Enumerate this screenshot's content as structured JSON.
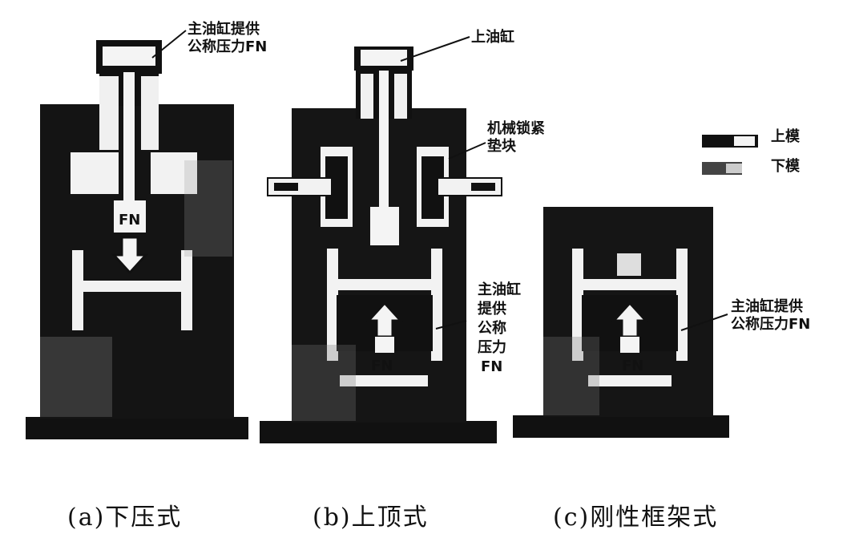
{
  "figure": {
    "panel_a": {
      "label_main": [
        "主油缸提供",
        "公称压力FN"
      ],
      "fn": "FN",
      "caption": "(a)下压式"
    },
    "panel_b": {
      "label_top": "上油缸",
      "label_lock": [
        "机械锁紧",
        "垫块"
      ],
      "label_main": [
        "主油缸",
        "提供",
        "公称",
        "压力",
        "FN"
      ],
      "fn": "FN",
      "caption": "(b)上顶式"
    },
    "panel_c": {
      "label_main": [
        "主油缸提供",
        "公称压力FN"
      ],
      "fn": "FN",
      "caption": "(c)刚性框架式"
    },
    "legend": {
      "upper": "上模",
      "lower": "下模"
    }
  }
}
